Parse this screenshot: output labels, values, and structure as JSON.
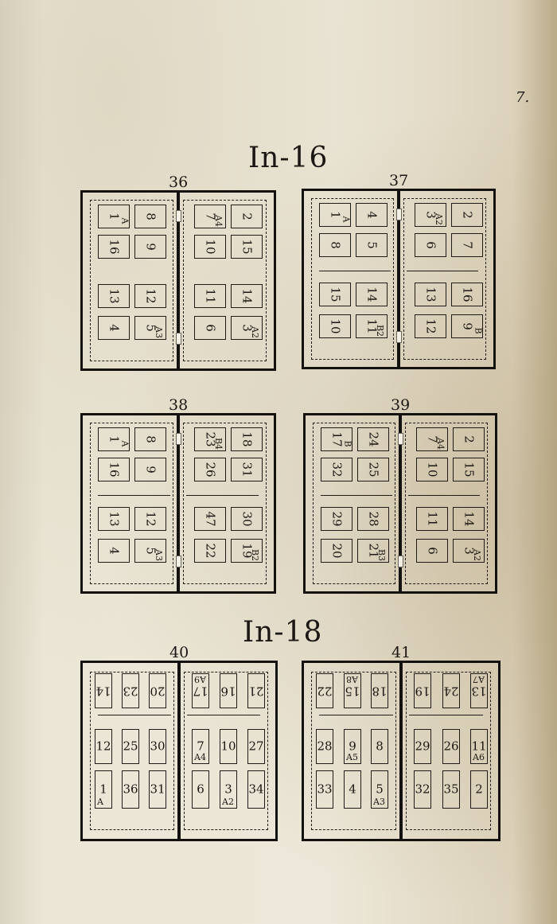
{
  "page_number": "7.",
  "sections": [
    {
      "title": "In-16"
    },
    {
      "title": "In-18"
    }
  ],
  "figures": [
    {
      "number": "36",
      "cells": [
        {
          "n": "1",
          "sig": "A"
        },
        {
          "n": "8"
        },
        {
          "n": "7",
          "sig": "A4"
        },
        {
          "n": "2"
        },
        {
          "n": "16"
        },
        {
          "n": "9"
        },
        {
          "n": "10"
        },
        {
          "n": "15"
        },
        {
          "n": "13"
        },
        {
          "n": "12"
        },
        {
          "n": "11"
        },
        {
          "n": "14"
        },
        {
          "n": "4"
        },
        {
          "n": "5",
          "sig": "A3"
        },
        {
          "n": "6"
        },
        {
          "n": "3",
          "sig": "A2"
        }
      ]
    },
    {
      "number": "37",
      "cells": [
        {
          "n": "1",
          "sig": "A"
        },
        {
          "n": "4"
        },
        {
          "n": "3",
          "sig": "A2"
        },
        {
          "n": "2"
        },
        {
          "n": "8"
        },
        {
          "n": "5"
        },
        {
          "n": "6"
        },
        {
          "n": "7"
        },
        {
          "n": "15"
        },
        {
          "n": "14"
        },
        {
          "n": "13"
        },
        {
          "n": "16"
        },
        {
          "n": "10"
        },
        {
          "n": "11",
          "sig": "B2"
        },
        {
          "n": "12"
        },
        {
          "n": "9",
          "sig": "B"
        }
      ]
    },
    {
      "number": "38",
      "cells": [
        {
          "n": "1",
          "sig": "A"
        },
        {
          "n": "8"
        },
        {
          "n": "23",
          "sig": "B4"
        },
        {
          "n": "18"
        },
        {
          "n": "16"
        },
        {
          "n": "9"
        },
        {
          "n": "26"
        },
        {
          "n": "31"
        },
        {
          "n": "13"
        },
        {
          "n": "12"
        },
        {
          "n": "47"
        },
        {
          "n": "30"
        },
        {
          "n": "4"
        },
        {
          "n": "5",
          "sig": "A3"
        },
        {
          "n": "22"
        },
        {
          "n": "19",
          "sig": "B2"
        }
      ]
    },
    {
      "number": "39",
      "cells": [
        {
          "n": "17",
          "sig": "B"
        },
        {
          "n": "24"
        },
        {
          "n": "7",
          "sig": "A4"
        },
        {
          "n": "2"
        },
        {
          "n": "32"
        },
        {
          "n": "25"
        },
        {
          "n": "10"
        },
        {
          "n": "15"
        },
        {
          "n": "29"
        },
        {
          "n": "28"
        },
        {
          "n": "11"
        },
        {
          "n": "14"
        },
        {
          "n": "20"
        },
        {
          "n": "21",
          "sig": "B3"
        },
        {
          "n": "6"
        },
        {
          "n": "3",
          "sig": "A2"
        }
      ]
    },
    {
      "number": "40",
      "cells": [
        {
          "n": "14"
        },
        {
          "n": "23"
        },
        {
          "n": "20"
        },
        {
          "n": "17",
          "sig": "A9"
        },
        {
          "n": "16"
        },
        {
          "n": "21"
        },
        {
          "n": "12"
        },
        {
          "n": "25"
        },
        {
          "n": "30"
        },
        {
          "n": "7",
          "sig": "A4"
        },
        {
          "n": "10"
        },
        {
          "n": "27"
        },
        {
          "n": "1",
          "sig": "A"
        },
        {
          "n": "36"
        },
        {
          "n": "31"
        },
        {
          "n": "6"
        },
        {
          "n": "3",
          "sig": "A2"
        },
        {
          "n": "34"
        }
      ]
    },
    {
      "number": "41",
      "cells": [
        {
          "n": "22"
        },
        {
          "n": "15",
          "sig": "A8"
        },
        {
          "n": "18"
        },
        {
          "n": "19"
        },
        {
          "n": "24"
        },
        {
          "n": "13",
          "sig": "A7"
        },
        {
          "n": "28"
        },
        {
          "n": "9",
          "sig": "A5"
        },
        {
          "n": "8"
        },
        {
          "n": "29"
        },
        {
          "n": "26"
        },
        {
          "n": "11",
          "sig": "A6"
        },
        {
          "n": "33"
        },
        {
          "n": "4"
        },
        {
          "n": "5",
          "sig": "A3"
        },
        {
          "n": "32"
        },
        {
          "n": "35"
        },
        {
          "n": "2"
        }
      ]
    }
  ]
}
